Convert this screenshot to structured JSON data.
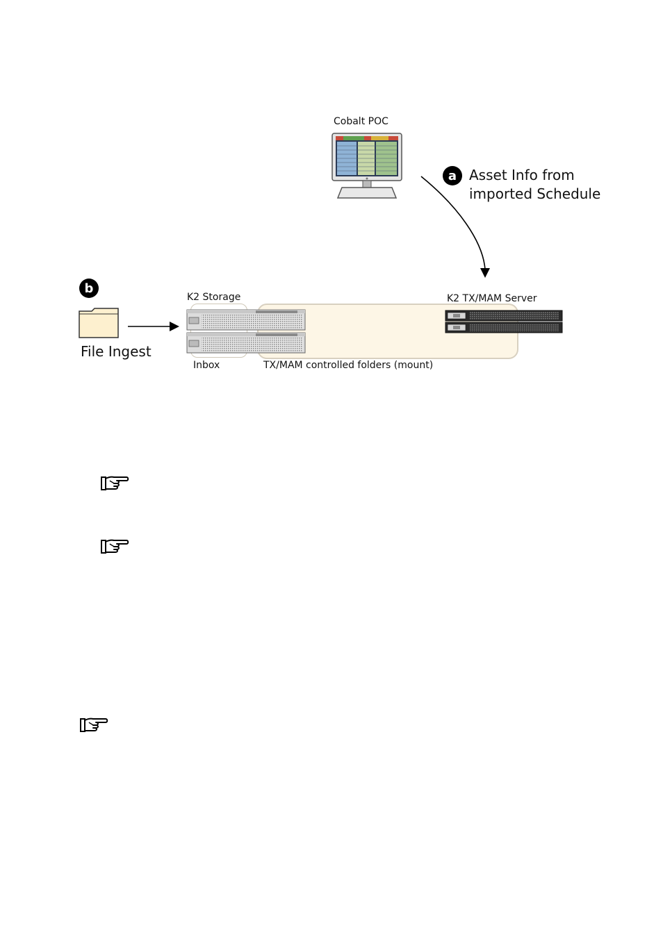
{
  "diagram": {
    "monitor_label": "Cobalt POC",
    "callout_a": {
      "badge": "a",
      "line1": "Asset Info from",
      "line2": "imported Schedule"
    },
    "callout_b": {
      "badge": "b"
    },
    "file_ingest_label": "File Ingest",
    "k2_storage_label": "K2 Storage",
    "k2_server_label": "K2 TX/MAM Server",
    "inbox_label": "Inbox",
    "mount_label": "TX/MAM controlled folders (mount)"
  },
  "icons": [
    "desktop-monitor-icon",
    "folder-icon",
    "storage-rack-icon",
    "server-rack-icon",
    "pointing-hand-icon"
  ],
  "colors": {
    "folder_fill": "#fdf0cf",
    "mount_region_fill": "#fdf6e6",
    "mount_region_border": "#d8d0c0",
    "badge": "#000000"
  }
}
